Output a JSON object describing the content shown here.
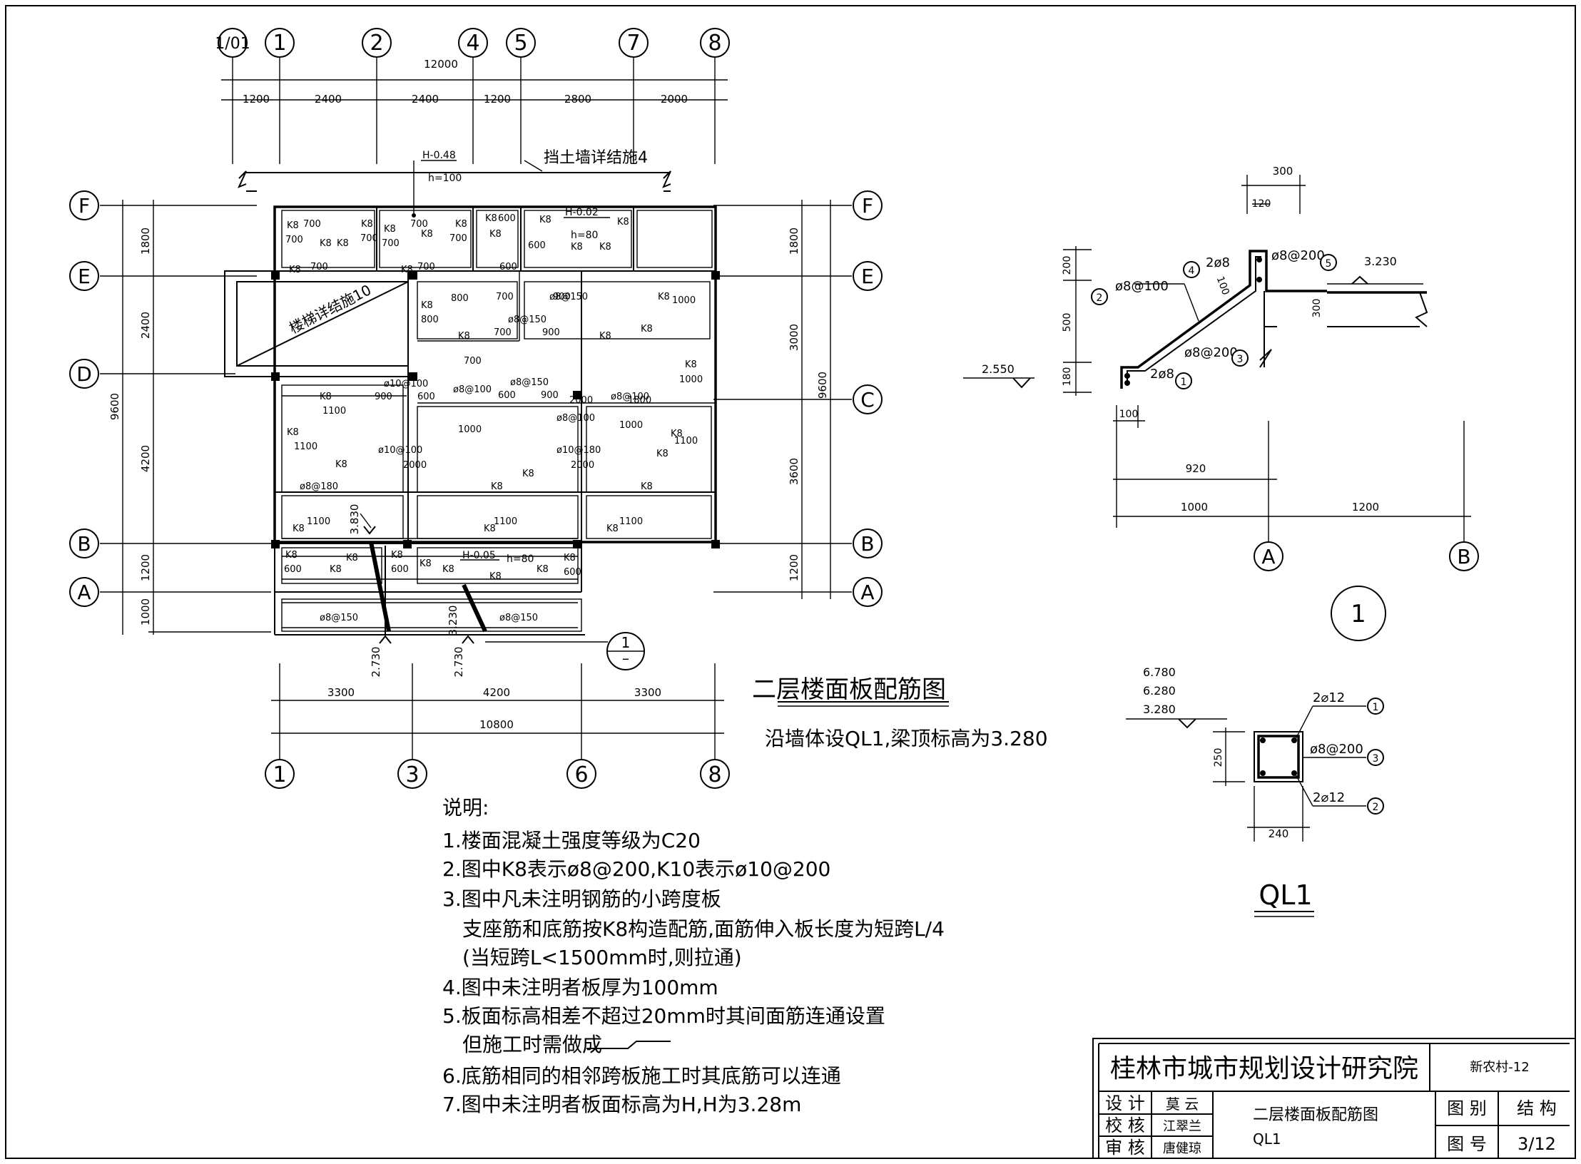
{
  "plan": {
    "top_axes": [
      "1/01",
      "1",
      "2",
      "4",
      "5",
      "7",
      "8"
    ],
    "top_total": "12000",
    "top_dims": [
      "1200",
      "2400",
      "2400",
      "1200",
      "2800",
      "2000"
    ],
    "bottom_axes": [
      "1",
      "3",
      "6",
      "8"
    ],
    "bottom_dims": [
      "3300",
      "4200",
      "3300"
    ],
    "bottom_total": "10800",
    "left_axes": [
      "F",
      "E",
      "D",
      "B",
      "A"
    ],
    "left_dims": [
      "1800",
      "2400",
      "4200",
      "1200",
      "1000"
    ],
    "left_total": "9600",
    "right_axes": [
      "F",
      "E",
      "C",
      "B",
      "A"
    ],
    "right_dims": [
      "1800",
      "3000",
      "3600",
      "1200"
    ],
    "right_total": "9600",
    "retaining_wall_note": "挡土墙详结施4",
    "stair_note": "楼梯详结施10",
    "elev_top": "H-0.48",
    "elev_top_h": "h=100",
    "elev_mid": "H-0.02",
    "elev_mid_h": "h=80",
    "elev_low": "H-0.05",
    "elev_low_h": "h=80",
    "stair_level_1": "3.830",
    "stair_level_2": "3.230",
    "stair_level_3": "2.730",
    "stair_level_4": "2.730",
    "section_mark_num": "1",
    "section_mark_sub": "–",
    "labels": {
      "k8": "K8",
      "d700": "700",
      "d800": "800",
      "d600": "600",
      "d900": "900",
      "d1000": "1000",
      "d1100": "1100",
      "d1800": "1800",
      "d2000": "2000",
      "r8_150": "ø8@150",
      "r10_100": "ø10@100",
      "r8_100": "ø8@100",
      "r8_180": "ø8@180",
      "r10_180": "ø10@180",
      "r10_150": "ø10@150"
    }
  },
  "title": {
    "main": "二层楼面板配筋图",
    "sub": "沿墙体设QL1,梁顶标高为3.280"
  },
  "notes": {
    "heading": "说明:",
    "lines": [
      "1.楼面混凝土强度等级为C20",
      "2.图中K8表示ø8@200,K10表示ø10@200",
      "3.图中凡未注明钢筋的小跨度板",
      "支座筋和底筋按K8构造配筋,面筋伸入板长度为短跨L/4",
      "(当短跨L<1500mm时,则拉通)",
      "4.图中未注明者板厚为100mm",
      "5.板面标高相差不超过20mm时其间面筋连通设置",
      "但施工时需做成",
      "6.底筋相同的相邻跨板施工时其底筋可以连通",
      "7.图中未注明者板面标高为H,H为3.28m"
    ]
  },
  "detail1": {
    "dim_300": "300",
    "dim_120": "120",
    "dim_200": "200",
    "dim_500": "500",
    "dim_180": "180",
    "dim_100": "100",
    "dim_100b": "100",
    "dim_300b": "300",
    "dim_920": "920",
    "dim_1000": "1000",
    "dim_1200": "1200",
    "elev_a": "3.230",
    "elev_b": "2.550",
    "bar_2f8_top": "2ø8",
    "bar_8_200_top": "ø8@200",
    "bar_8_100": "ø8@100",
    "bar_8_200_mid": "ø8@200",
    "bar_2f8_bot": "2ø8",
    "m4": "4",
    "m5": "5",
    "m2": "2",
    "m3": "3",
    "m1": "1",
    "axis_a": "A",
    "axis_b": "B",
    "label": "1"
  },
  "ql1": {
    "elev_1": "6.780",
    "elev_2": "6.280",
    "elev_3": "3.280",
    "top_bar": "2⌀12",
    "stirrup": "ø8@200",
    "bot_bar": "2⌀12",
    "m1": "1",
    "m3": "3",
    "m2": "2",
    "height": "250",
    "width": "240",
    "label": "QL1"
  },
  "title_block": {
    "institute": "桂林市城市规划设计研究院",
    "project": "新农村-12",
    "row1_role": "设 计",
    "row1_name": "莫 云",
    "row2_role": "校 核",
    "row2_name": "江翠兰",
    "row3_role": "审 核",
    "row3_name": "唐健琼",
    "drawing_title": "二层楼面板配筋图",
    "drawing_sub": "QL1",
    "cat_label": "图 别",
    "cat_value": "结 构",
    "num_label": "图 号",
    "num_value": "3/12"
  }
}
